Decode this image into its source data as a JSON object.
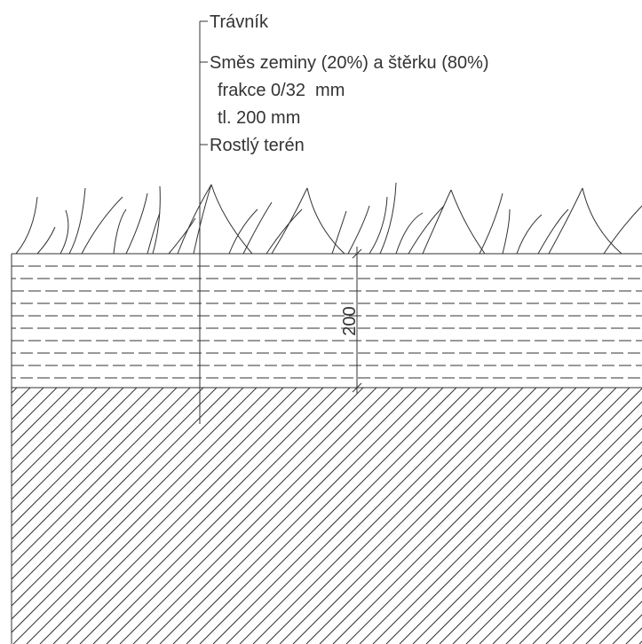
{
  "layers": {
    "grass": {
      "label": "Trávník"
    },
    "mix": {
      "label_line1": "Směs zeminy (20%) a štěrku (80%)",
      "label_line2": "frakce 0/32  mm",
      "label_line3": "tl. 200 mm"
    },
    "subsoil": {
      "label": "Rostlý terén"
    }
  },
  "dimension": {
    "value": "200"
  },
  "colors": {
    "line": "#333333",
    "background": "#ffffff"
  }
}
